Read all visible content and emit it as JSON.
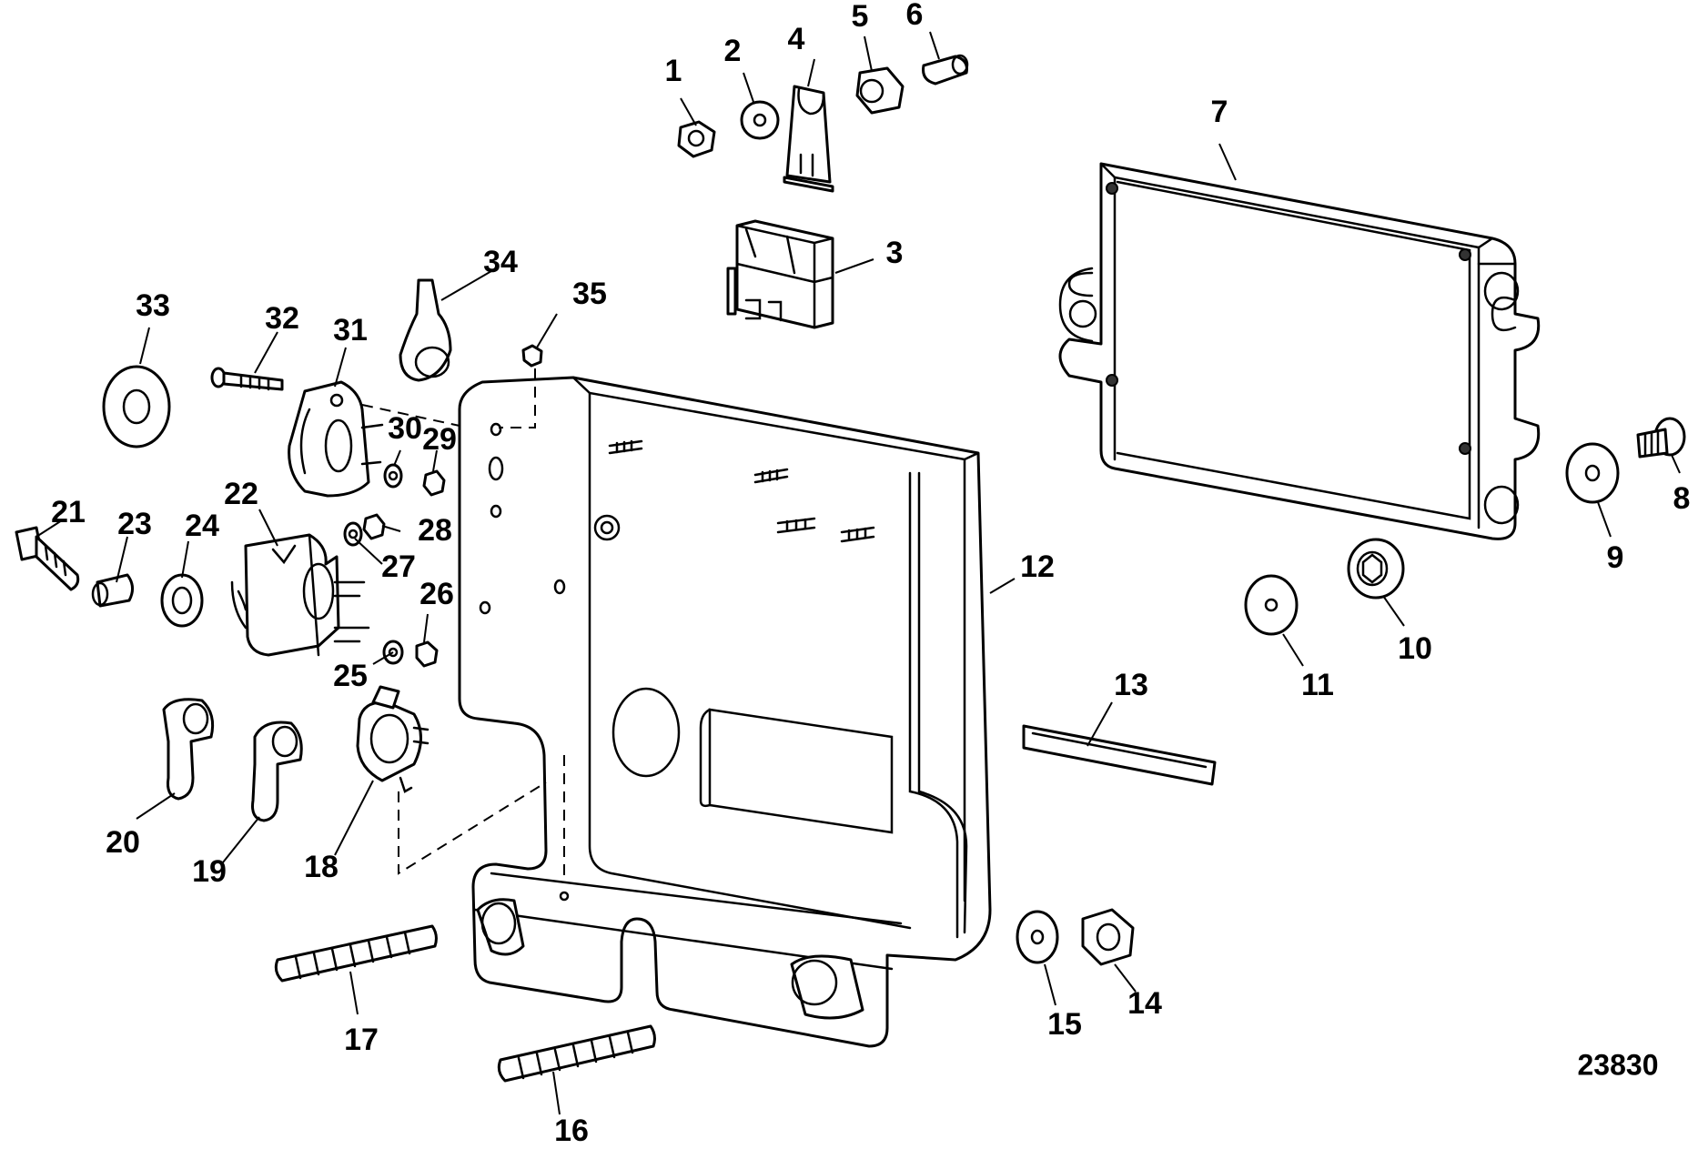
{
  "figure_number": "23830",
  "callouts": [
    {
      "id": "1",
      "label": "1"
    },
    {
      "id": "2",
      "label": "2"
    },
    {
      "id": "3",
      "label": "3"
    },
    {
      "id": "4",
      "label": "4"
    },
    {
      "id": "5",
      "label": "5"
    },
    {
      "id": "6",
      "label": "6"
    },
    {
      "id": "7",
      "label": "7"
    },
    {
      "id": "8",
      "label": "8"
    },
    {
      "id": "9",
      "label": "9"
    },
    {
      "id": "10",
      "label": "10"
    },
    {
      "id": "11",
      "label": "11"
    },
    {
      "id": "12",
      "label": "12"
    },
    {
      "id": "13",
      "label": "13"
    },
    {
      "id": "14",
      "label": "14"
    },
    {
      "id": "15",
      "label": "15"
    },
    {
      "id": "16",
      "label": "16"
    },
    {
      "id": "17",
      "label": "17"
    },
    {
      "id": "18",
      "label": "18"
    },
    {
      "id": "19",
      "label": "19"
    },
    {
      "id": "20",
      "label": "20"
    },
    {
      "id": "21",
      "label": "21"
    },
    {
      "id": "22",
      "label": "22"
    },
    {
      "id": "23",
      "label": "23"
    },
    {
      "id": "24",
      "label": "24"
    },
    {
      "id": "25",
      "label": "25"
    },
    {
      "id": "26",
      "label": "26"
    },
    {
      "id": "27",
      "label": "27"
    },
    {
      "id": "28",
      "label": "28"
    },
    {
      "id": "29",
      "label": "29"
    },
    {
      "id": "30",
      "label": "30"
    },
    {
      "id": "31",
      "label": "31"
    },
    {
      "id": "32",
      "label": "32"
    },
    {
      "id": "33",
      "label": "33"
    },
    {
      "id": "34",
      "label": "34"
    },
    {
      "id": "35",
      "label": "35"
    }
  ]
}
